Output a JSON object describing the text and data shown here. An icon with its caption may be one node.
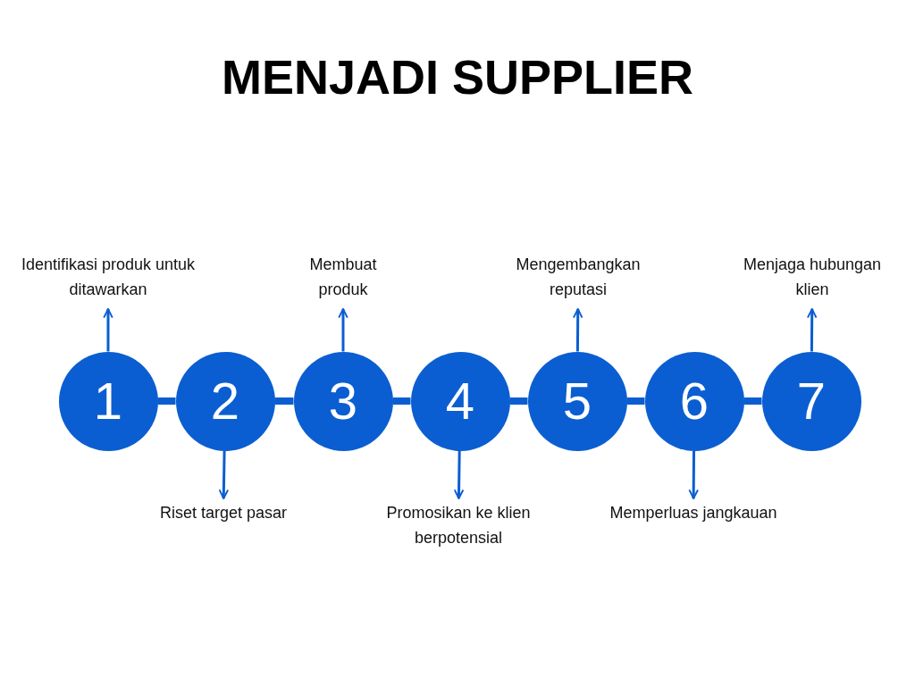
{
  "diagram": {
    "title": "MENJADI SUPPLIER",
    "nodes": [
      {
        "text": [
          "1"
        ]
      },
      {
        "text": [
          "2"
        ]
      },
      {
        "text": [
          "3"
        ]
      },
      {
        "text": [
          "4"
        ]
      },
      {
        "text": [
          "5"
        ]
      },
      {
        "text": [
          "6"
        ]
      },
      {
        "text": [
          "7"
        ]
      },
      {
        "text": [
          "Identifikasi produk untuk ditawarkan"
        ]
      },
      {
        "text": [
          "Riset target pasar"
        ]
      },
      {
        "text": [
          "Membuat produk"
        ]
      },
      {
        "text": [
          "Promosikan ke klien berpotensial"
        ]
      },
      {
        "text": [
          "Mengembangkan reputasi"
        ]
      },
      {
        "text": [
          "Memperluas jangkauan"
        ]
      },
      {
        "text": [
          "Menjaga hubungan klien"
        ]
      }
    ],
    "edges": [
      {
        "from": 0,
        "to": 1,
        "arrow": "none",
        "style": "thick"
      },
      {
        "from": 1,
        "to": 2,
        "arrow": "none",
        "style": "thick"
      },
      {
        "from": 2,
        "to": 3,
        "arrow": "none",
        "style": "thick"
      },
      {
        "from": 3,
        "to": 4,
        "arrow": "none",
        "style": "thick"
      },
      {
        "from": 4,
        "to": 5,
        "arrow": "none",
        "style": "thick"
      },
      {
        "from": 5,
        "to": 6,
        "arrow": "none",
        "style": "thick"
      },
      {
        "from": 0,
        "to": 7,
        "arrow": "to"
      },
      {
        "from": 1,
        "to": 8,
        "arrow": "to"
      },
      {
        "from": 2,
        "to": 9,
        "arrow": "to"
      },
      {
        "from": 3,
        "to": 10,
        "arrow": "to"
      },
      {
        "from": 4,
        "to": 11,
        "arrow": "to"
      },
      {
        "from": 5,
        "to": 12,
        "arrow": "to"
      },
      {
        "from": 6,
        "to": 13,
        "arrow": "to"
      }
    ]
  }
}
